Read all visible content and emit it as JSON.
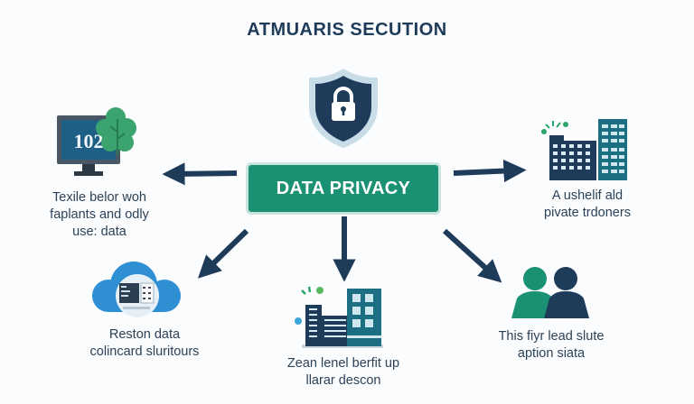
{
  "title": "ATMUARIS SECUTION",
  "center": {
    "label": "DATA PRIVACY",
    "icon": "shield-lock-icon"
  },
  "colors": {
    "navy": "#1f3b5a",
    "green": "#1a9172",
    "teal": "#1c6e82",
    "blue": "#2f8fd3",
    "light_blue": "#c7dbe8"
  },
  "nodes": [
    {
      "id": "top-left",
      "icon": "monitor-tree-icon",
      "screen_text": "102",
      "lines": [
        "Texile belor woh",
        "faplants and odly",
        "use: data"
      ]
    },
    {
      "id": "top-right",
      "icon": "buildings-icon",
      "lines": [
        "A ushelif ald",
        "pivate trdoners"
      ]
    },
    {
      "id": "bottom-left",
      "icon": "cloud-server-icon",
      "lines": [
        "Reston data",
        "colincard sluritours"
      ]
    },
    {
      "id": "bottom-center",
      "icon": "office-building-icon",
      "lines": [
        "Zean lenel berfit up",
        "llarar descon"
      ]
    },
    {
      "id": "bottom-right",
      "icon": "users-icon",
      "lines": [
        "This fiyr lead slute",
        "aption siata"
      ]
    }
  ]
}
